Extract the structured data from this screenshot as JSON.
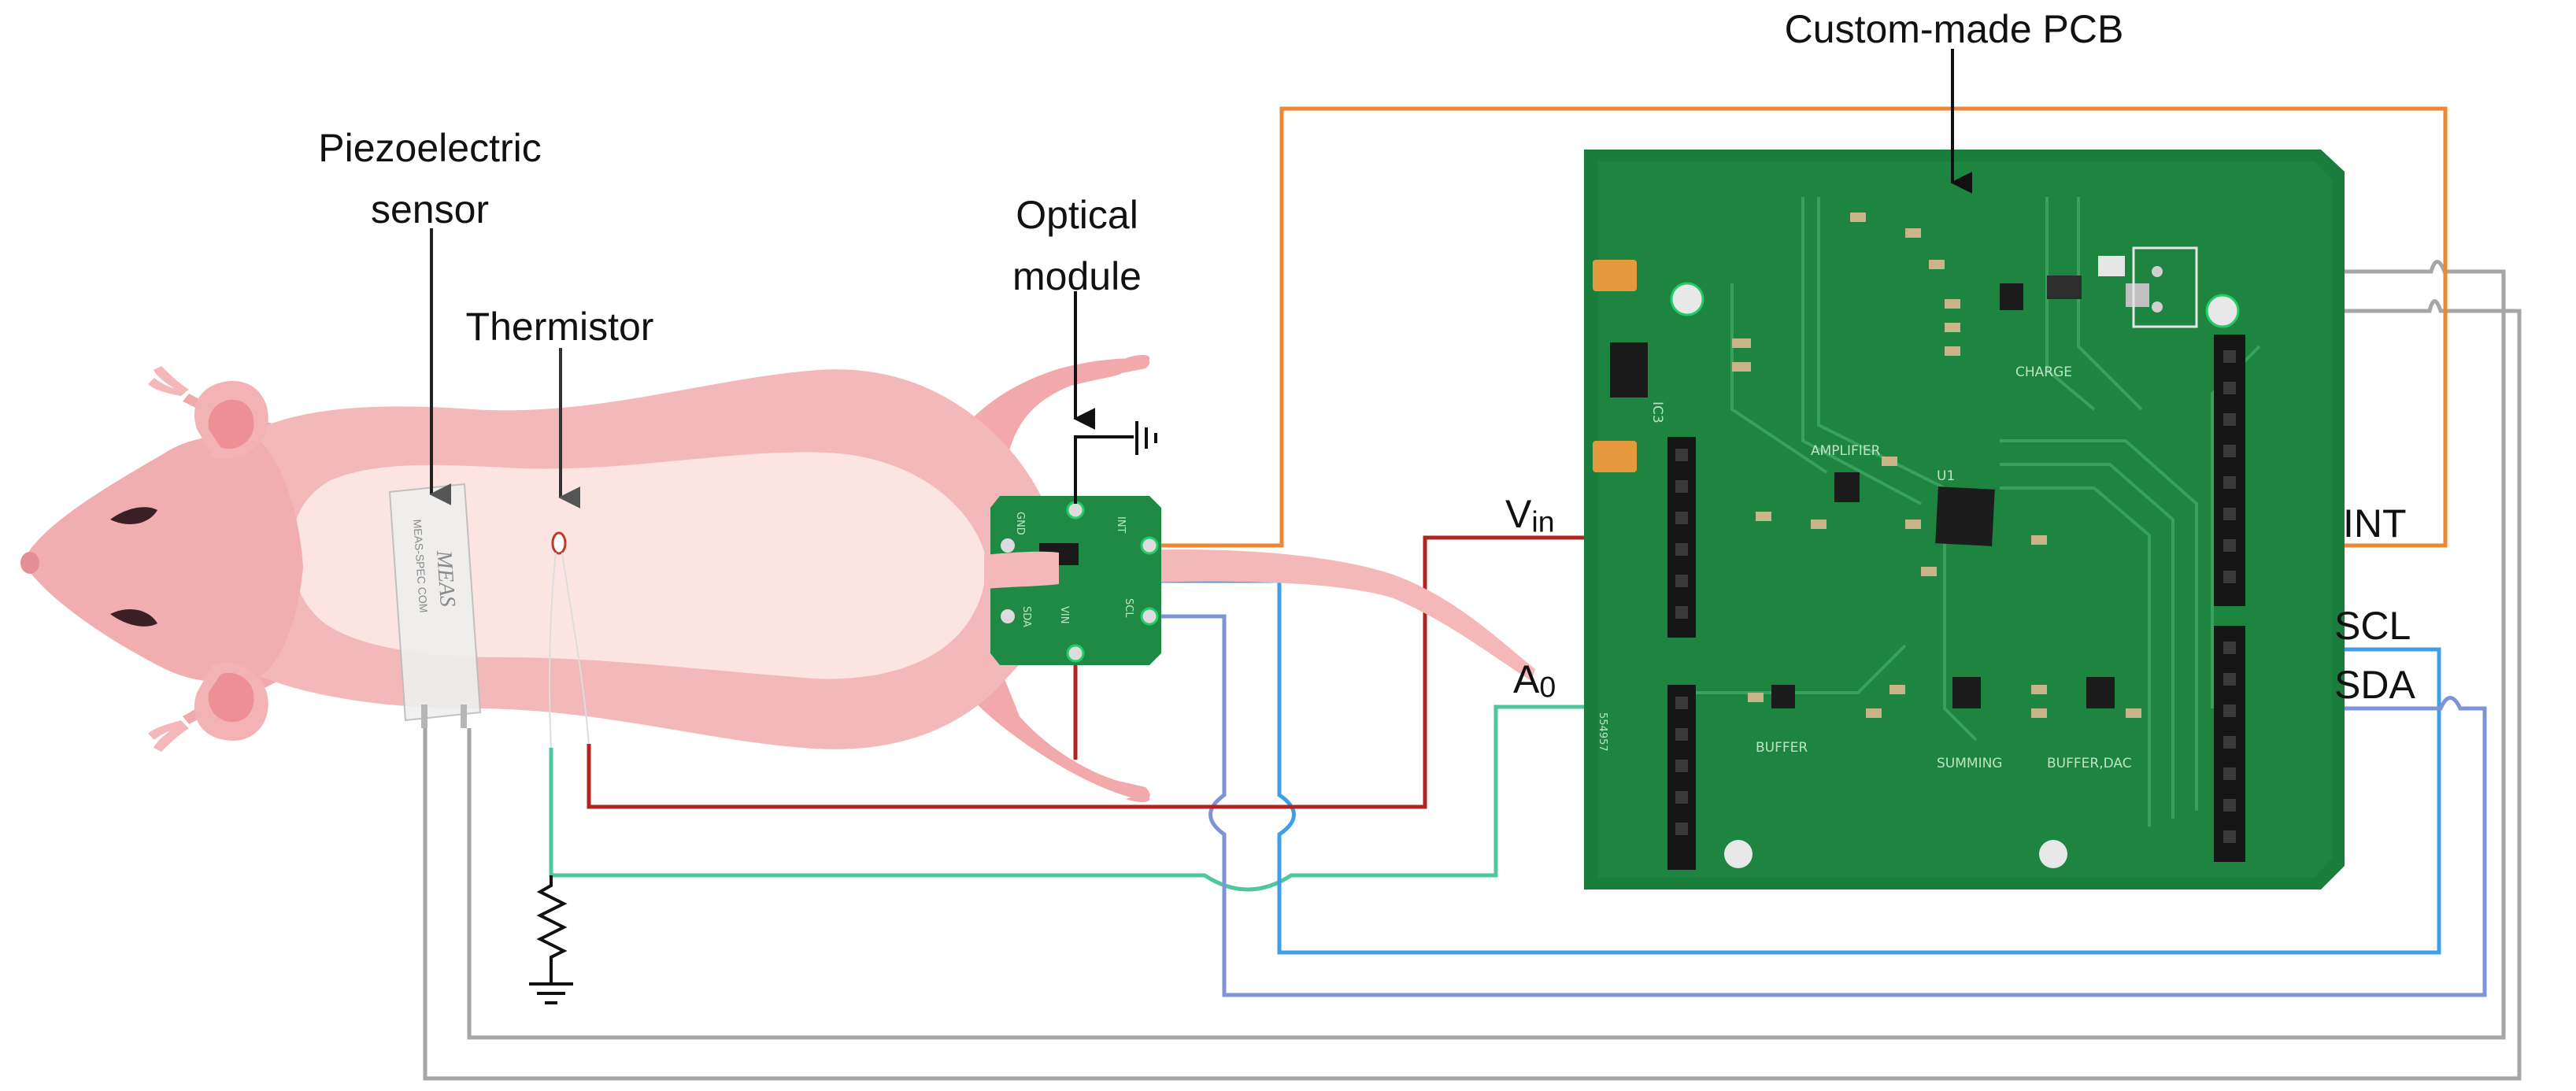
{
  "labels": {
    "pcb_title": "Custom-made PCB",
    "piezo_line1": "Piezoelectric",
    "piezo_line2": "sensor",
    "thermistor": "Thermistor",
    "optical_line1": "Optical",
    "optical_line2": "module",
    "vin_main": "V",
    "vin_sub": "in",
    "a0_main": "A",
    "a0_sub": "0",
    "int": "INT",
    "scl": "SCL",
    "sda": "SDA"
  },
  "pcb_silkscreen": {
    "ic3": "IC3",
    "charge": "CHARGE",
    "amplifier": "AMPLIFIER",
    "u1": "U1",
    "buffer": "BUFFER",
    "summing": "SUMMING",
    "buffer_dac": "BUFFER,DAC",
    "serial": "554957"
  },
  "piezo_text": {
    "brand": "MEAS",
    "model": "MEAS-SPEC COM"
  },
  "optical_pins": {
    "gnd": "GND",
    "int": "INT",
    "vin": "VIN",
    "sda": "SDA",
    "scl": "SCL"
  },
  "wire_colors": {
    "int": "#ee8632",
    "vin": "#b2241f",
    "a0": "#4cc7a0",
    "scl": "#3f9fe6",
    "sda": "#7f93d8",
    "piezo": "#a6a6a6"
  },
  "icons": [
    "ground-symbol",
    "resistor-symbol",
    "arrow-down"
  ]
}
